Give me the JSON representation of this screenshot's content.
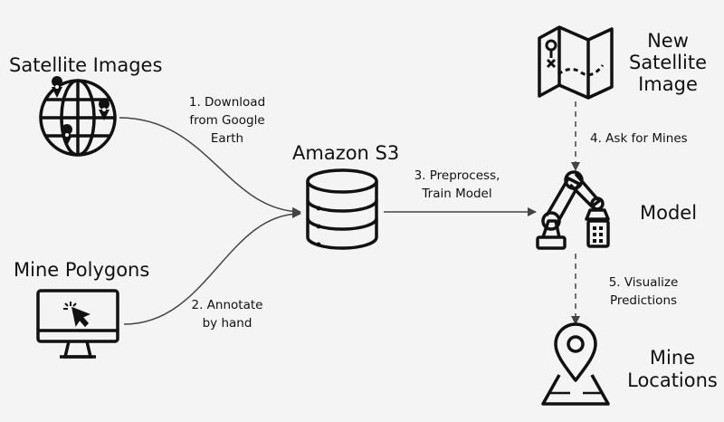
{
  "nodes": {
    "satellite_images": "Satellite Images",
    "mine_polygons": "Mine Polygons",
    "amazon_s3": "Amazon S3",
    "new_satellite_image": "New\nSatellite\nImage",
    "model": "Model",
    "mine_locations": "Mine\nLocations"
  },
  "edges": {
    "download": "1. Download\nfrom Google\nEarth",
    "annotate": "2. Annotate\nby hand",
    "preprocess": "3. Preprocess,\nTrain Model",
    "ask": "4. Ask for Mines",
    "visualize": "5. Visualize\nPredictions"
  },
  "colors": {
    "background": "#f4f4f4",
    "ink": "#111111",
    "edge": "#444444"
  },
  "icons": {
    "satellite_images": "globe-with-pins-icon",
    "mine_polygons": "monitor-cursor-icon",
    "amazon_s3": "database-icon",
    "new_satellite_image": "treasure-map-icon",
    "model": "robot-arm-icon",
    "mine_locations": "location-pin-icon"
  }
}
